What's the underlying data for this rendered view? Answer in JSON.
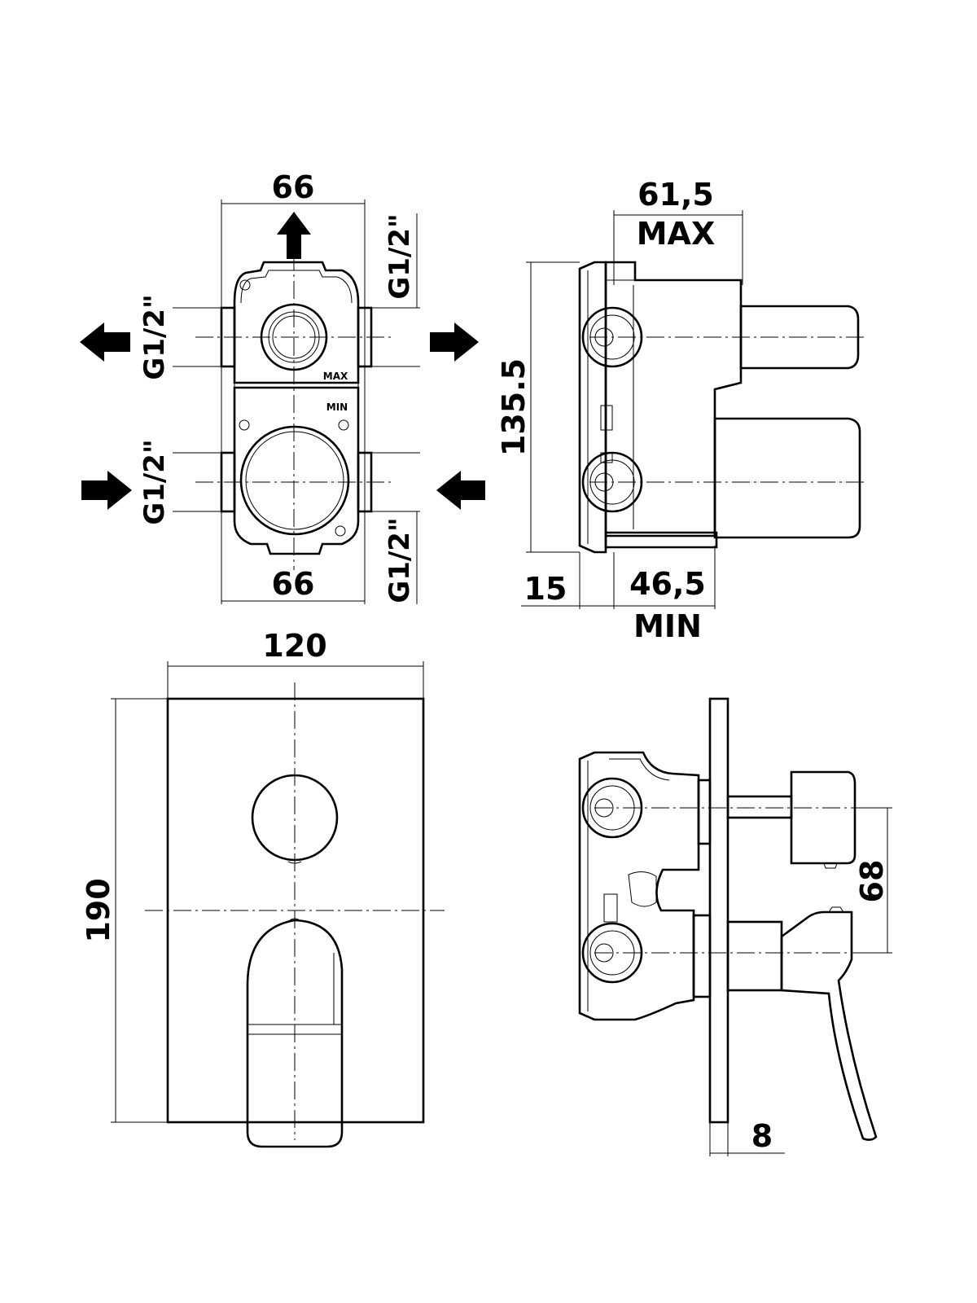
{
  "front_view": {
    "top_width": "66",
    "bottom_width": "66",
    "conn_top_right": "G1/2\"",
    "conn_left_upper": "G1/2\"",
    "conn_left_lower": "G1/2\"",
    "conn_bottom_right": "G1/2\"",
    "label_max": "MAX",
    "label_min": "MIN"
  },
  "side_view": {
    "depth_max_value": "61,5",
    "depth_max_label": "MAX",
    "height": "135.5",
    "offset": "15",
    "depth_min_value": "46,5",
    "depth_min_label": "MIN"
  },
  "plate_view": {
    "width": "120",
    "height": "190"
  },
  "installed_view": {
    "axis_distance": "68",
    "plate_thickness": "8"
  }
}
